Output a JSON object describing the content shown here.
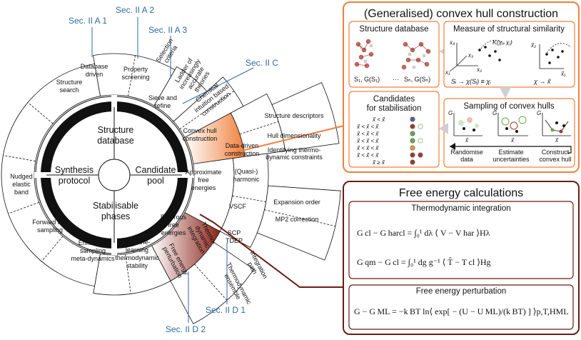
{
  "sections": {
    "s2a1": "Sec. II A 1",
    "s2a2": "Sec. II A 2",
    "s2a3": "Sec. II A 3",
    "s2c": "Sec. II C",
    "s2d1": "Sec. II D 1",
    "s2d2": "Sec. II D 2"
  },
  "wheel": {
    "core": {
      "structure_database": [
        "Structure",
        "database"
      ],
      "candidate_pool": [
        "Candidate",
        "pool"
      ],
      "synthesis_protocol": [
        "Synthesis",
        "protocol"
      ],
      "stabilisable_phases": [
        "Stabilisable",
        "phases"
      ]
    },
    "outer": {
      "structure_search": [
        "Structure",
        "search"
      ],
      "database_driven": [
        "Database",
        "driven"
      ],
      "property_screening": [
        "Property",
        "screening"
      ],
      "selection_criteria": [
        "Selection",
        "criteria"
      ],
      "ladder": [
        "Ladder of",
        "increasingly",
        "accurate",
        "theories"
      ],
      "sieve_refine": [
        "Sieve and",
        "refine"
      ],
      "chemical_intuition": [
        "Chemical",
        "intuition based",
        "construction"
      ],
      "convex_hull_construction": [
        "Convex hull",
        "construction"
      ],
      "data_driven": [
        "Data-driven",
        "construction"
      ],
      "structure_descriptors": "Structure descriptors",
      "hull_dimensionality": "Hull dimensionality",
      "identifying_constraints": [
        "Identifying thermo-",
        "dynamic constraints"
      ],
      "approx_free_energies": [
        "Approximate",
        "free",
        "energies"
      ],
      "quasi_harmonic": [
        "(Quasi-)",
        "harmonic"
      ],
      "vscf": "VSCF",
      "expansion_order": "Expansion order",
      "mp2_correction": "MP2 correction",
      "scp_tdep": [
        "SCP",
        "TDEP"
      ],
      "rigorous_free_energies": [
        "Rigorous",
        "free",
        "energies"
      ],
      "thermodynamic_integration": [
        "Thermo-",
        "dynamic",
        "integration"
      ],
      "integration_path": [
        "Integration",
        "path"
      ],
      "thermodynamic_ensemble": [
        "Thermodynamic",
        "ensemble"
      ],
      "free_energy_perturbation": [
        "Free energy",
        "perturbation"
      ],
      "ml_stability": [
        "Machine-",
        "learning",
        "thermodynamic",
        "stability"
      ],
      "enhanced_sampling": [
        "Enhanced",
        "sampling",
        "meta-dynamics"
      ],
      "forward_flux": [
        "Forward flux",
        "sampling"
      ],
      "nudged_elastic_band": [
        "Nudged",
        "elastic",
        "band"
      ]
    }
  },
  "convex_panel": {
    "title": "(Generalised) convex hull construction",
    "structure_database": "Structure database",
    "db_labels": [
      "S₁, G(S₁)",
      "⋯",
      "Sₙ, G(Sₙ)"
    ],
    "similarity": "Measure of structural similarity",
    "kernel": "K(χᵢ, χⱼ)",
    "map1": "Sᵢ → χ(Sᵢ) ≡ χᵢ",
    "map2": "χ → x̃",
    "axis_labels": [
      "x₁",
      "x₂",
      "x₃",
      "x₄",
      "x̃₁",
      "x̃₂"
    ],
    "candidates": [
      "Candidates",
      "for stabilisation"
    ],
    "sampling": "Sampling of convex hulls",
    "steps": [
      [
        "Randomise",
        "data"
      ],
      [
        "Estimate",
        "uncertainties"
      ],
      [
        "Construct",
        "convex hull"
      ]
    ],
    "g_label": "G",
    "x_label": "x̃"
  },
  "free_energy_panel": {
    "title": "Free energy calculations",
    "ti_title": "Thermodynamic integration",
    "fep_title": "Free energy perturbation",
    "eq1": "G cl − G harcl = ∫₀¹ dλ ⟨ V − V har ⟩Ηλ",
    "eq2": "G qm − G cl = ∫₀¹ dg g⁻¹ ⟨ T̂ − T cl ⟩Ηg",
    "eq3": "G − G ML = −k BT ln⟨ exp[ − (U − U ML)/(k BT) ] ⟩p,T,ΗML"
  },
  "colors": {
    "orange": "#f0803c",
    "maroon": "#6b1c12",
    "blue": "#2f6aa0",
    "black": "#111111"
  }
}
